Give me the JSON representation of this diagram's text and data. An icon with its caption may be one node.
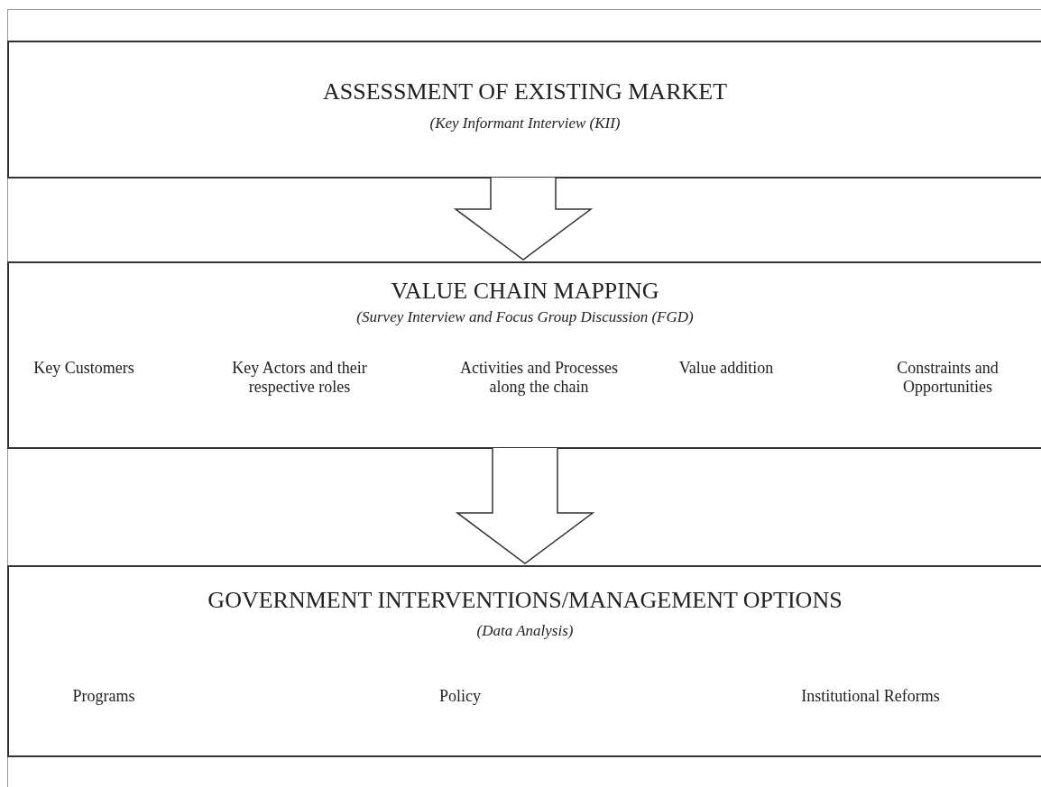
{
  "diagram": {
    "nodes": [
      {
        "text": [
          "ASSESSMENT OF EXISTING MARKET",
          "(Key Informant Interview (KII)"
        ]
      },
      {
        "text": [
          "VALUE CHAIN MAPPING",
          "(Survey Interview and Focus Group Discussion (FGD)",
          "Key Customers",
          "Key Actors and their respective roles",
          "Activities and Processes along the chain",
          "Value addition",
          "Constraints and Opportunities"
        ]
      },
      {
        "text": [
          "GOVERNMENT INTERVENTIONS/MANAGEMENT OPTIONS",
          "(Data Analysis)",
          "Programs",
          "Policy",
          "Institutional Reforms"
        ]
      }
    ],
    "edges": [
      {
        "from": 0,
        "to": 1,
        "arrow": "to"
      },
      {
        "from": 1,
        "to": 2,
        "arrow": "to"
      }
    ]
  }
}
